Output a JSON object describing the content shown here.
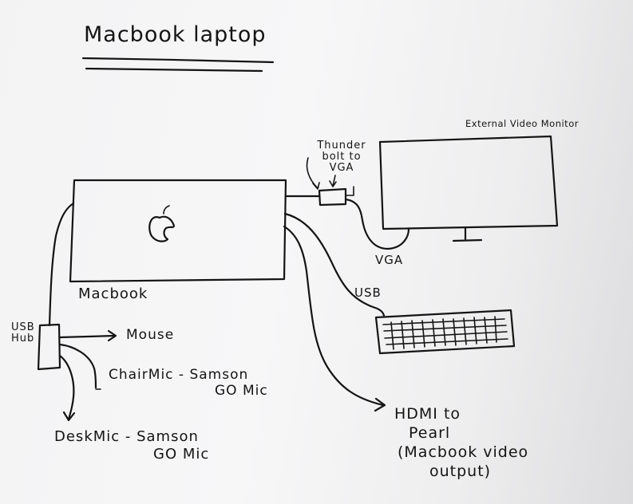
{
  "title": "Macbook laptop",
  "labels": {
    "macbook": "Macbook",
    "external_monitor": "External Video Monitor",
    "thunderbolt_adapter": [
      "Thunder",
      "bolt to",
      "VGA"
    ],
    "vga": "VGA",
    "usb": "USB",
    "usb_hub": [
      "USB",
      "Hub"
    ],
    "mouse": "Mouse",
    "chair_mic": [
      "ChairMic - Samson",
      "GO Mic"
    ],
    "desk_mic": [
      "DeskMic - Samson",
      "GO Mic"
    ],
    "hdmi_output": [
      "HDMI to",
      "Pearl",
      "(Macbook video",
      "output)"
    ]
  },
  "colors": {
    "ink": "#141414",
    "paper": "#f5f5f6"
  },
  "icons": {
    "logo": "apple-logo-icon"
  }
}
